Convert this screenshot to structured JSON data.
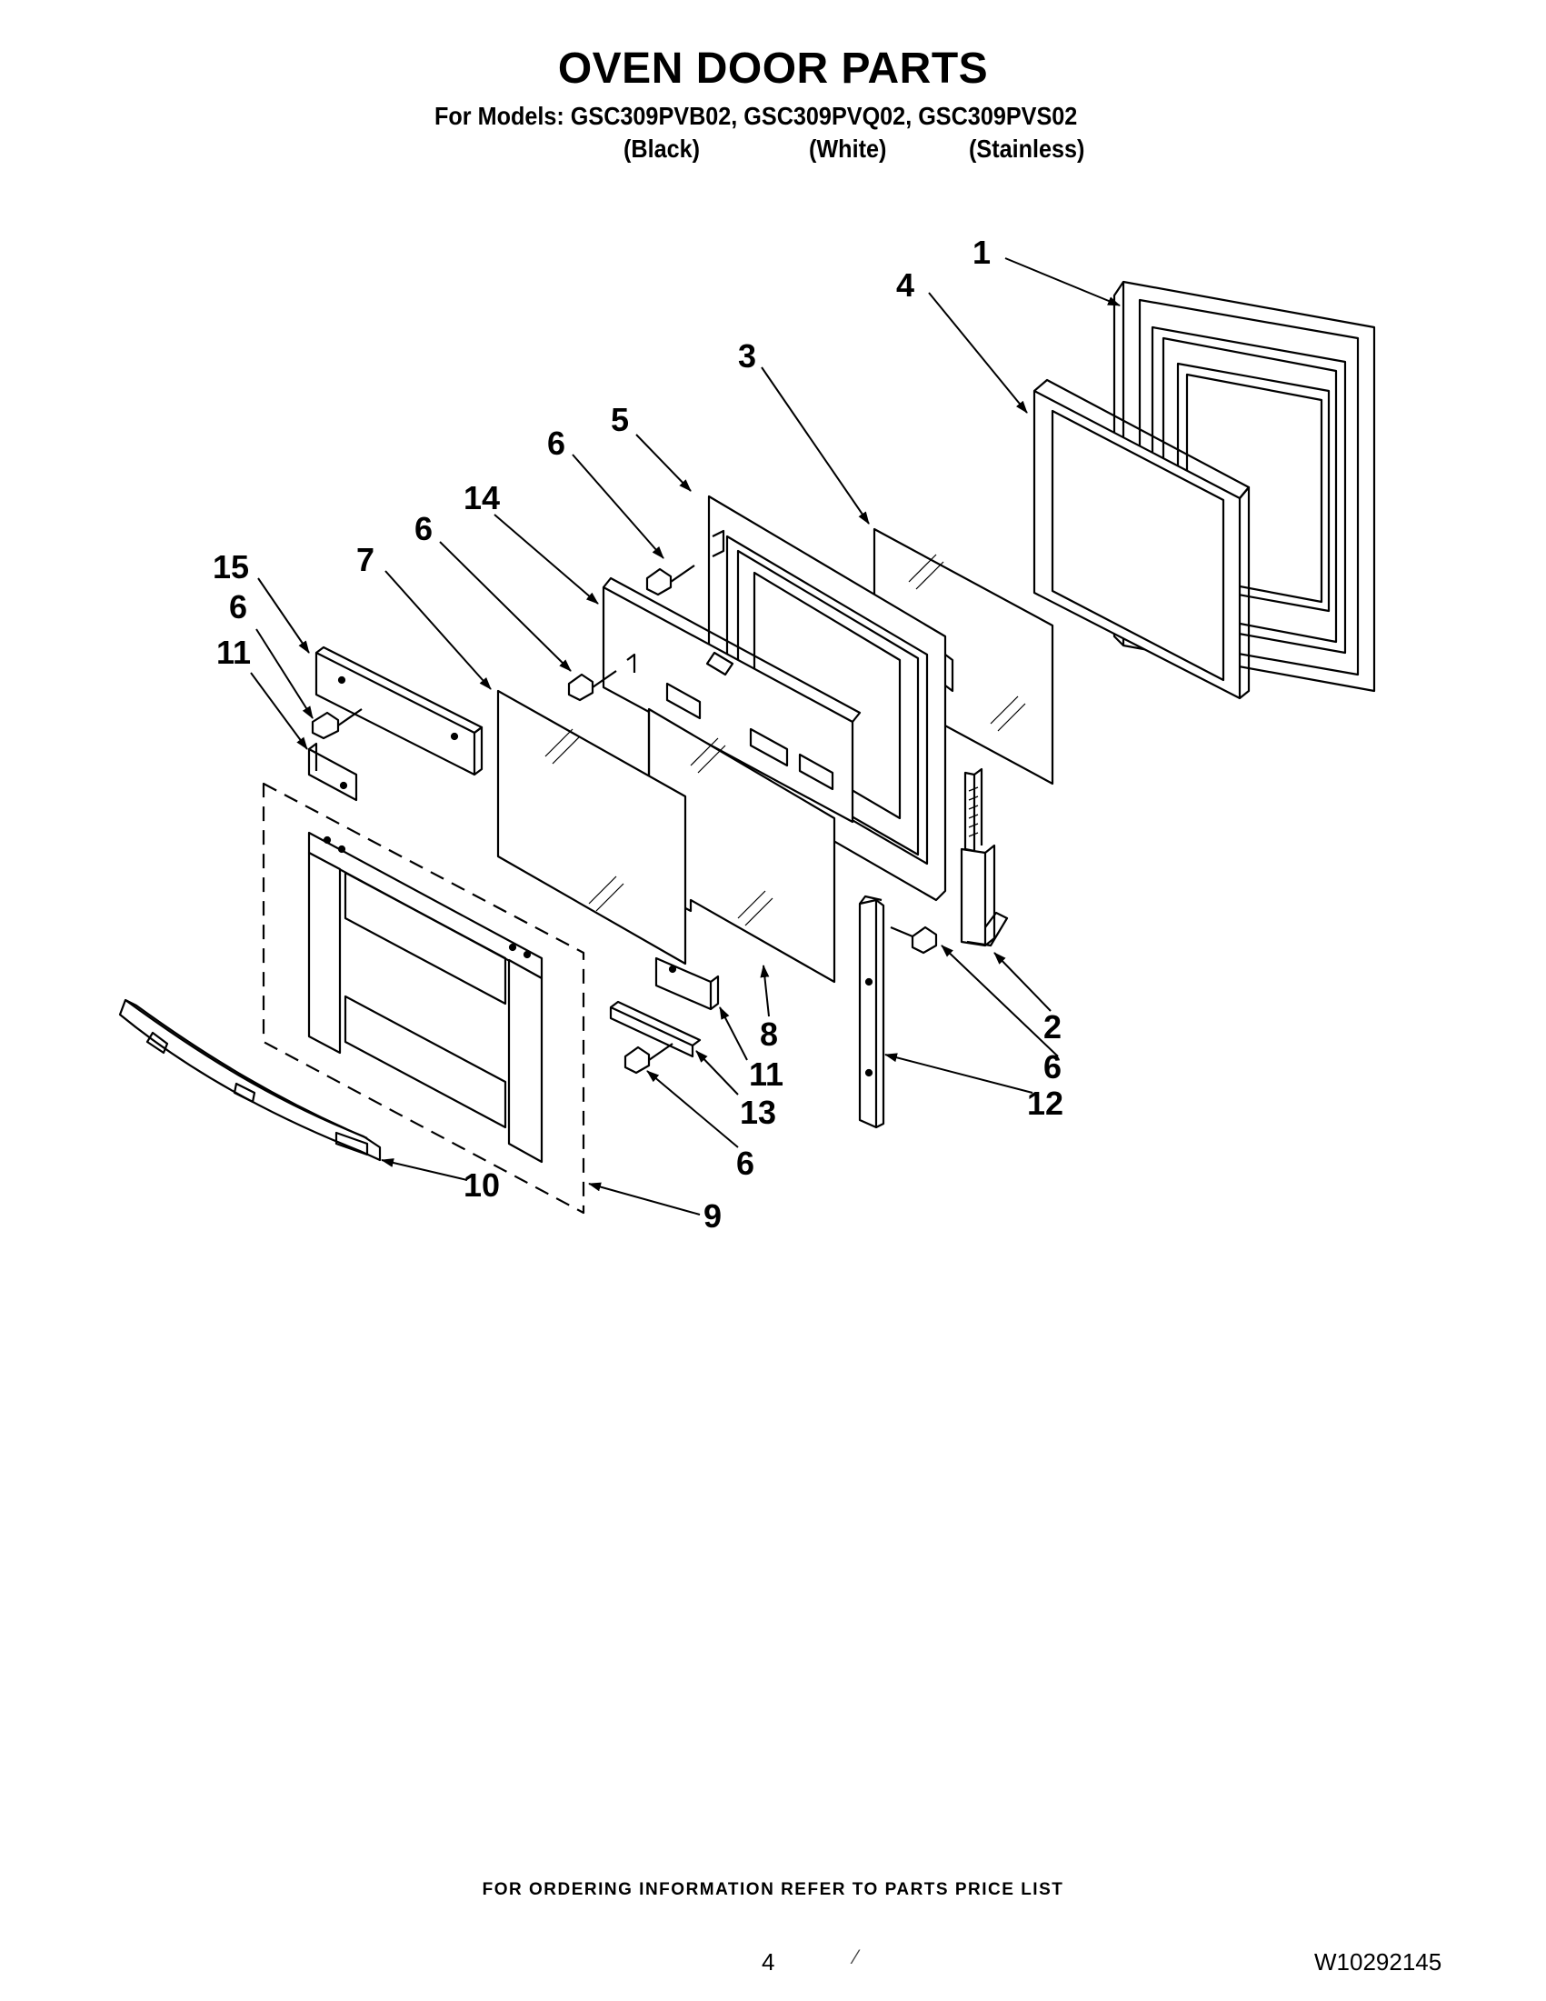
{
  "header": {
    "title": "OVEN DOOR PARTS",
    "models_line": "For Models: GSC309PVB02, GSC309PVQ02, GSC309PVS02",
    "colors": [
      "(Black)",
      "(White)",
      "(Stainless)"
    ]
  },
  "callouts": [
    "1",
    "4",
    "3",
    "5",
    "6",
    "14",
    "6",
    "15",
    "7",
    "6",
    "11",
    "2",
    "6",
    "12",
    "8",
    "11",
    "13",
    "6",
    "10",
    "9"
  ],
  "footer": {
    "ordering_note": "FOR ORDERING INFORMATION REFER TO PARTS PRICE LIST",
    "page_number": "4",
    "page_mark": "⁄",
    "document_number": "W10292145"
  }
}
